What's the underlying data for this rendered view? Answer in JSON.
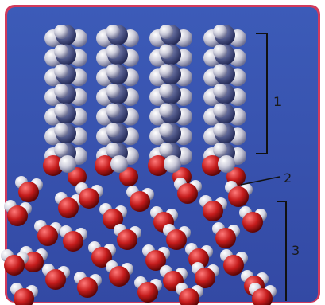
{
  "labels": {
    "region1": "1",
    "region2": "2",
    "region3": "3"
  },
  "colors": {
    "frame": "#d23a5c",
    "background": "#3a56b0",
    "carbon": "#525a8c",
    "hydrogen": "#c9c9d8",
    "oxygen": "#c51c1c",
    "water_hydrogen": "#dcdce6",
    "bracket": "#111111"
  }
}
